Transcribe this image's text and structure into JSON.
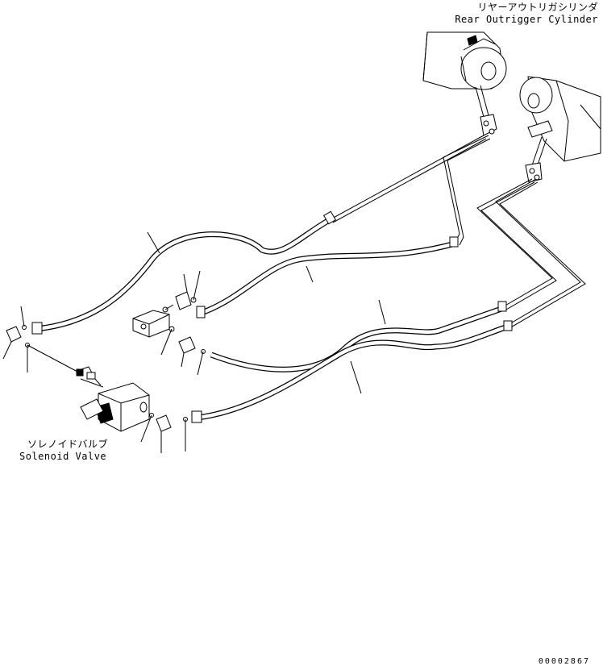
{
  "labels": {
    "rear_outrigger_cylinder_jp": "リヤーアウトリガシリンダ",
    "rear_outrigger_cylinder_en": "Rear Outrigger Cylinder",
    "solenoid_valve_jp": "ソレノイドバルブ",
    "solenoid_valve_en": "Solenoid Valve",
    "drawing_number": "00002867"
  }
}
